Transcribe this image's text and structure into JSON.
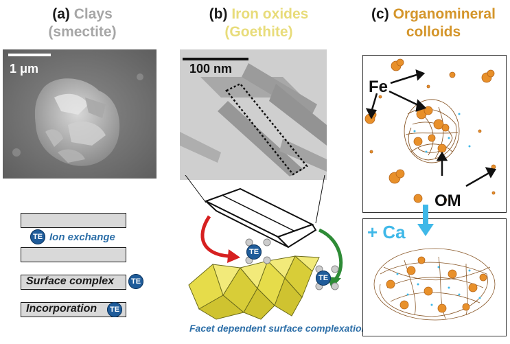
{
  "panel_a": {
    "label": "(a)",
    "title_line1": "Clays",
    "title_line2": "(smectite)",
    "scale_label": "1 μm",
    "mechanisms": {
      "ion_exchange": "Ion exchange",
      "surface_complex": "Surface complex",
      "incorporation": "Incorporation"
    }
  },
  "panel_b": {
    "label": "(b)",
    "title_line1": "Iron oxides",
    "title_line2": "(Goethite)",
    "scale_label": "100 nm",
    "caption": "Facet dependent surface complexation"
  },
  "panel_c": {
    "label": "(c)",
    "title_line1": "Organomineral",
    "title_line2": "colloids",
    "fe_label": "Fe",
    "om_label": "OM",
    "ca_label": "+ Ca"
  },
  "te_label": "TE",
  "colors": {
    "clay_title": "#a6a6a6",
    "iron_title": "#e8dc7a",
    "organo_title": "#d4952a",
    "te_badge": "#1f5c9a",
    "mechanism_text": "#2d6fa8",
    "ca_text": "#3fb8e8",
    "crystal": "#e6dc4a"
  }
}
